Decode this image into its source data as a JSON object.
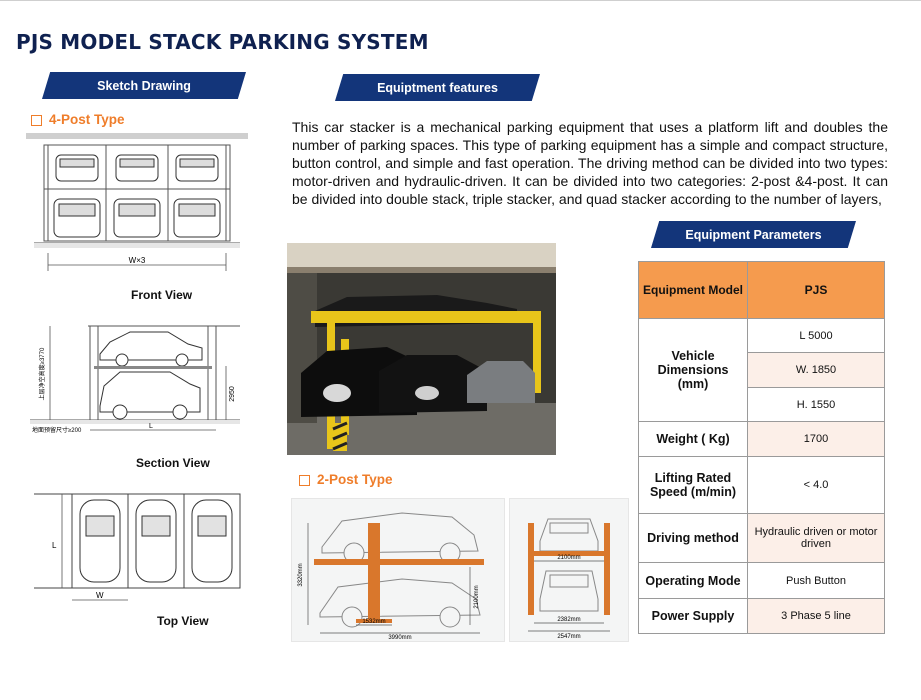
{
  "title": "PJS MODEL STACK PARKING SYSTEM",
  "banners": {
    "sketch": "Sketch Drawing",
    "features": "Equiptment features",
    "parameters": "Equipment Parameters"
  },
  "sections": {
    "four_post": "4-Post Type",
    "two_post": "2-Post Type"
  },
  "captions": {
    "front": "Front View",
    "section": "Section View",
    "top": "Top View"
  },
  "drawing_labels": {
    "front_width": "W×3",
    "section_total": "上层净空高度≥3770",
    "section_upper": "2950",
    "section_pit": "地面预留尺寸≥200",
    "section_length": "L",
    "top_length": "L",
    "top_width": "W",
    "two_post_height": "3320mm",
    "two_post_clear": "2100mm",
    "two_post_base": "1532mm",
    "two_post_length": "3990mm",
    "front_2p_top": "2100mm",
    "front_2p_inner": "2382mm",
    "front_2p_outer": "2547mm"
  },
  "description": "This car stacker is a mechanical parking equipment that uses a platform lift and doubles the number of parking spaces. This type of parking equipment has a simple and compact structure, button control, and simple and fast operation. The driving method can be divided into two types: motor-driven and hydraulic-driven. It can be divided into two categories: 2-post &4-post. It can be divided into double stack, triple stacker, and quad stacker according to the number of layers,",
  "table": {
    "header": [
      "Equipment Model",
      "PJS"
    ],
    "vehicle_label": "Vehicle Dimensions (mm)",
    "vehicle_values": [
      "L  5000",
      "W. 1850",
      "H. 1550"
    ],
    "rows": [
      {
        "label": "Weight ( Kg)",
        "value": "1700"
      },
      {
        "label": "Lifting Rated Speed (m/min)",
        "value": "< 4.0"
      },
      {
        "label": "Driving method",
        "value": "Hydraulic driven or motor driven"
      },
      {
        "label": "Operating Mode",
        "value": "Push Button"
      },
      {
        "label": "Power Supply",
        "value": "3 Phase 5 line"
      }
    ]
  },
  "colors": {
    "navy": "#13357a",
    "orange": "#ef7d2a",
    "table_header": "#f59b4e",
    "table_alt": "#fcefe8",
    "lift_yellow": "#e8c51a"
  }
}
